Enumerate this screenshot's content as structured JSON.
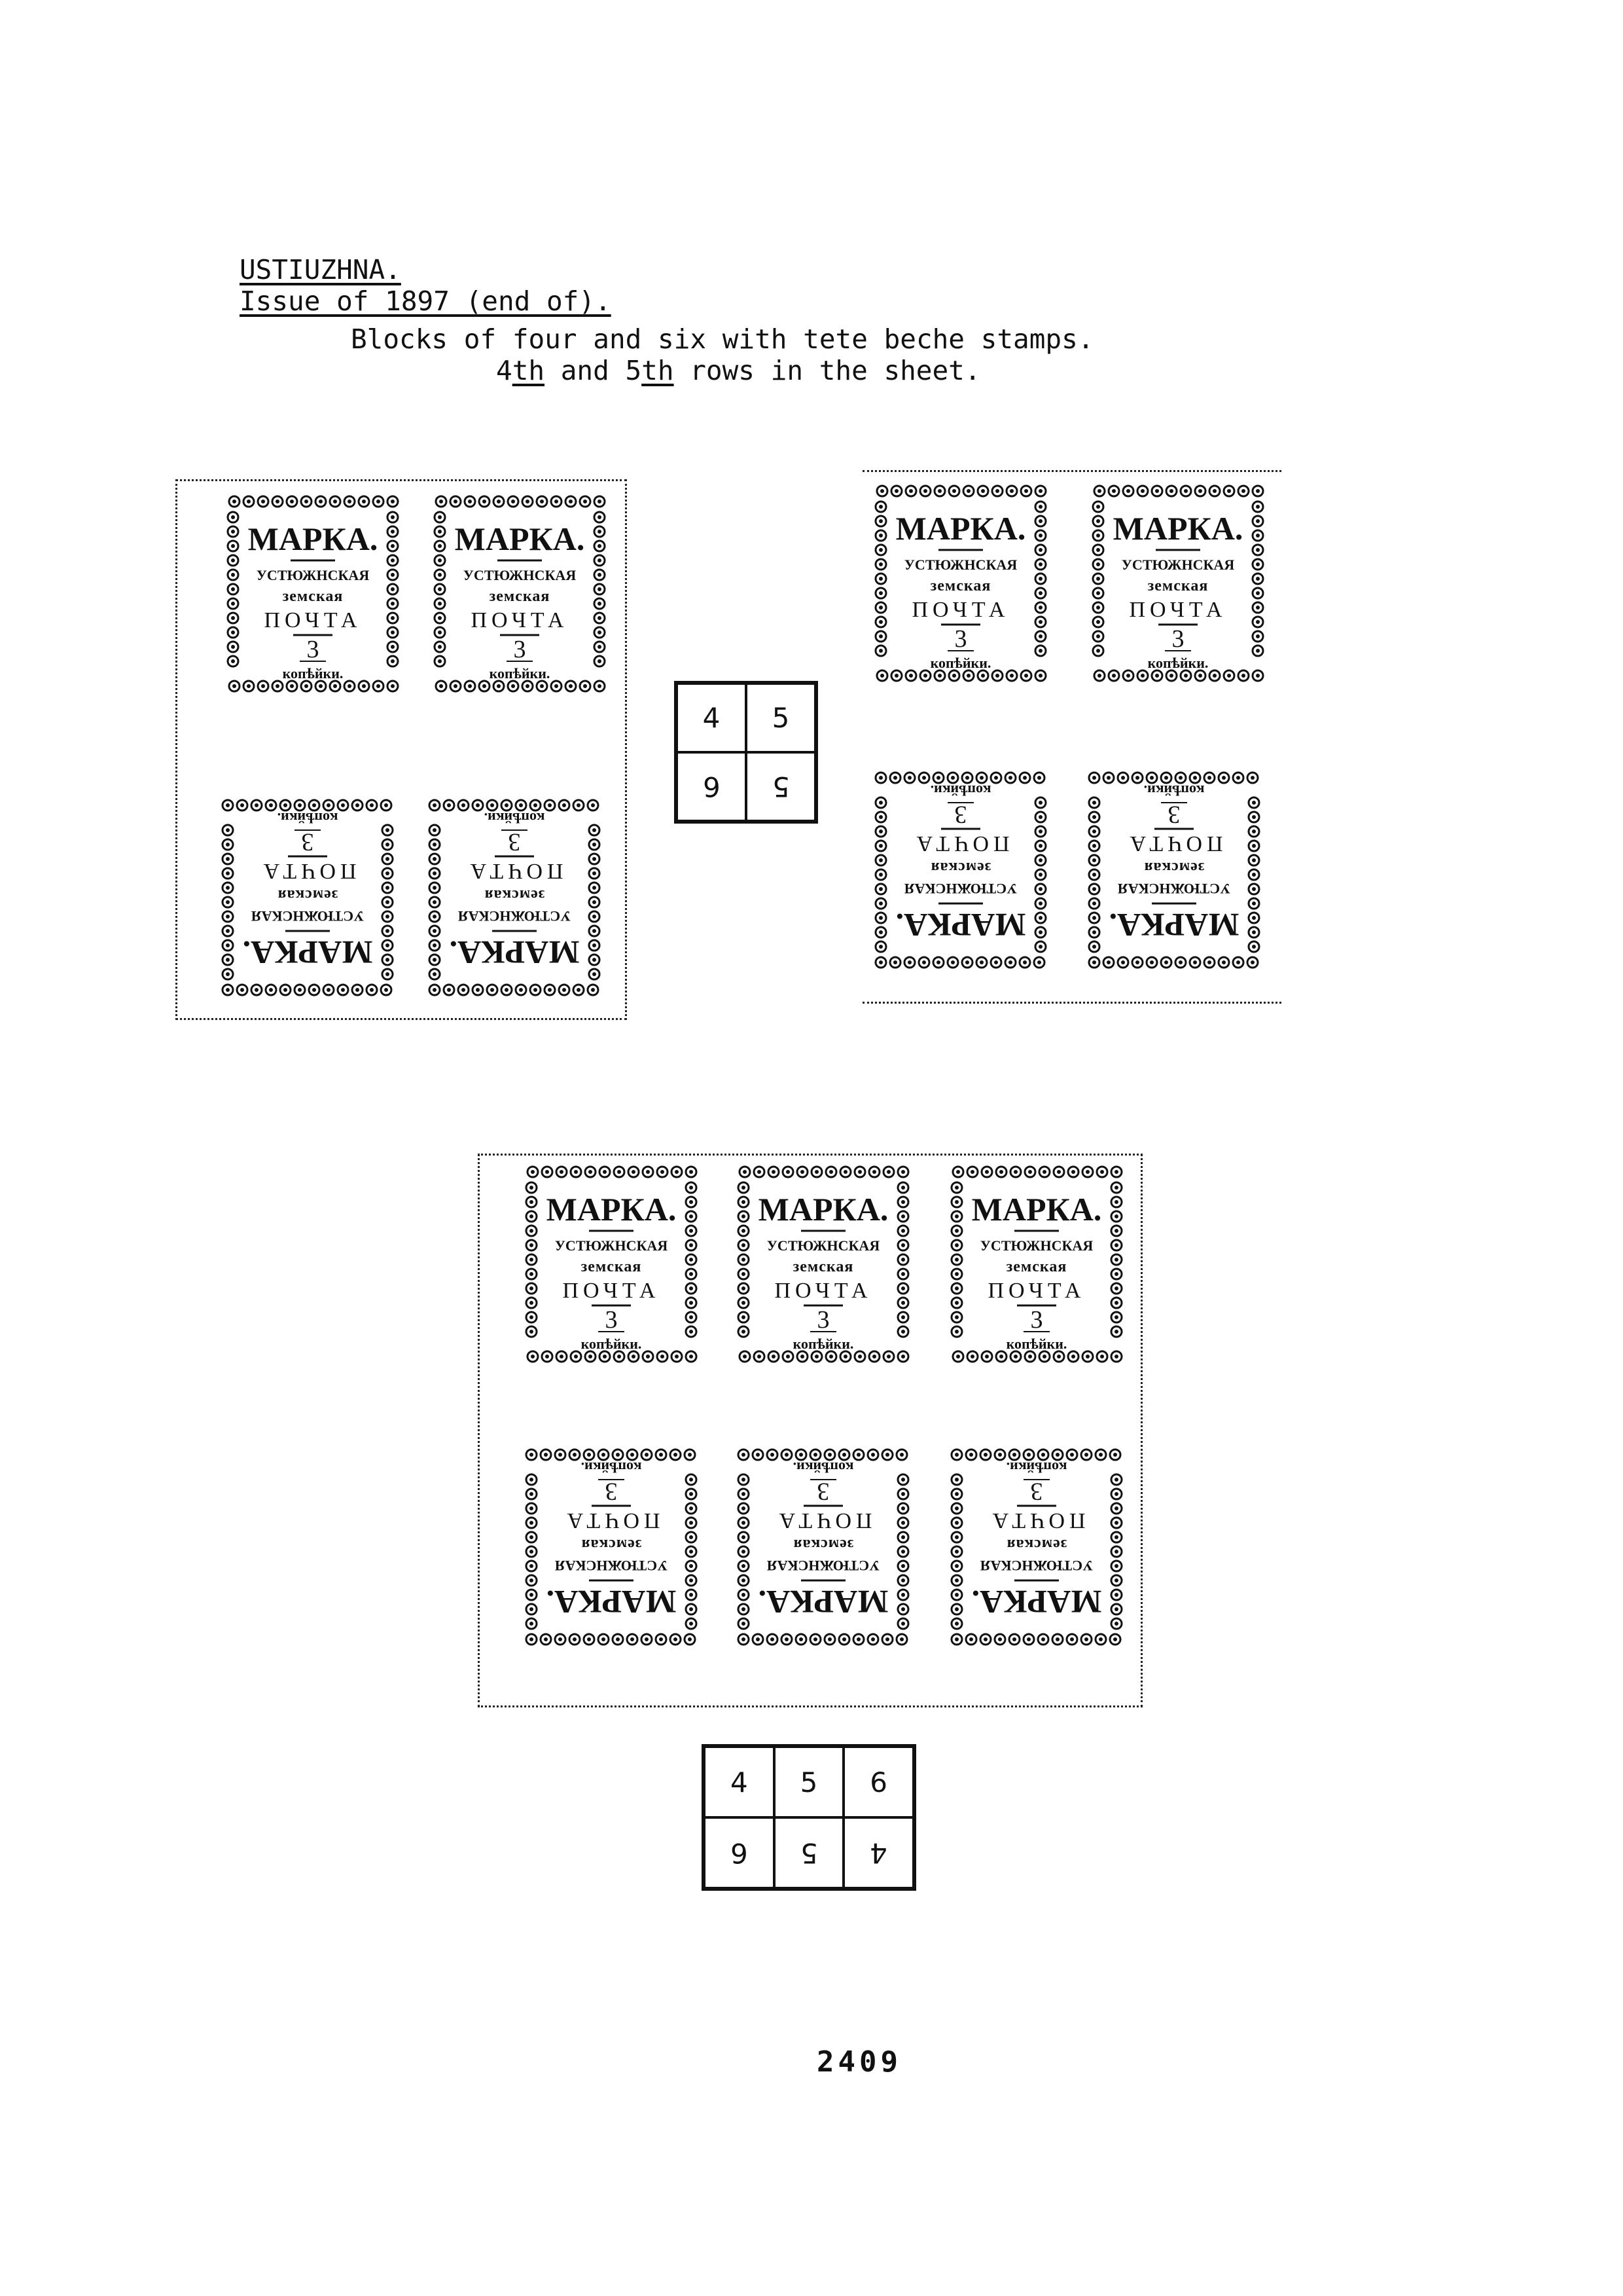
{
  "header": {
    "place": "USTIUZHNA.",
    "issue": "Issue of 1897 (end of).",
    "line1": "Blocks of four and six  with tete beche stamps.",
    "line2_a": "4",
    "line2_b": "th",
    "line2_c": " and ",
    "line2_d": "5",
    "line2_e": "th",
    "line2_f": " rows  in the sheet."
  },
  "stamp": {
    "title": "МАРКА.",
    "line1": "УСТЮЖНСКАЯ",
    "line2": "земская",
    "line3": "ПОЧТА",
    "value": "3",
    "currency": "копѣйки."
  },
  "diagram_four": {
    "top": [
      "4",
      "5"
    ],
    "bottom": [
      "6",
      "5"
    ]
  },
  "diagram_six": {
    "top": [
      "4",
      "5",
      "6"
    ],
    "bottom": [
      "6",
      "5",
      "4"
    ]
  },
  "page_number": "2409"
}
